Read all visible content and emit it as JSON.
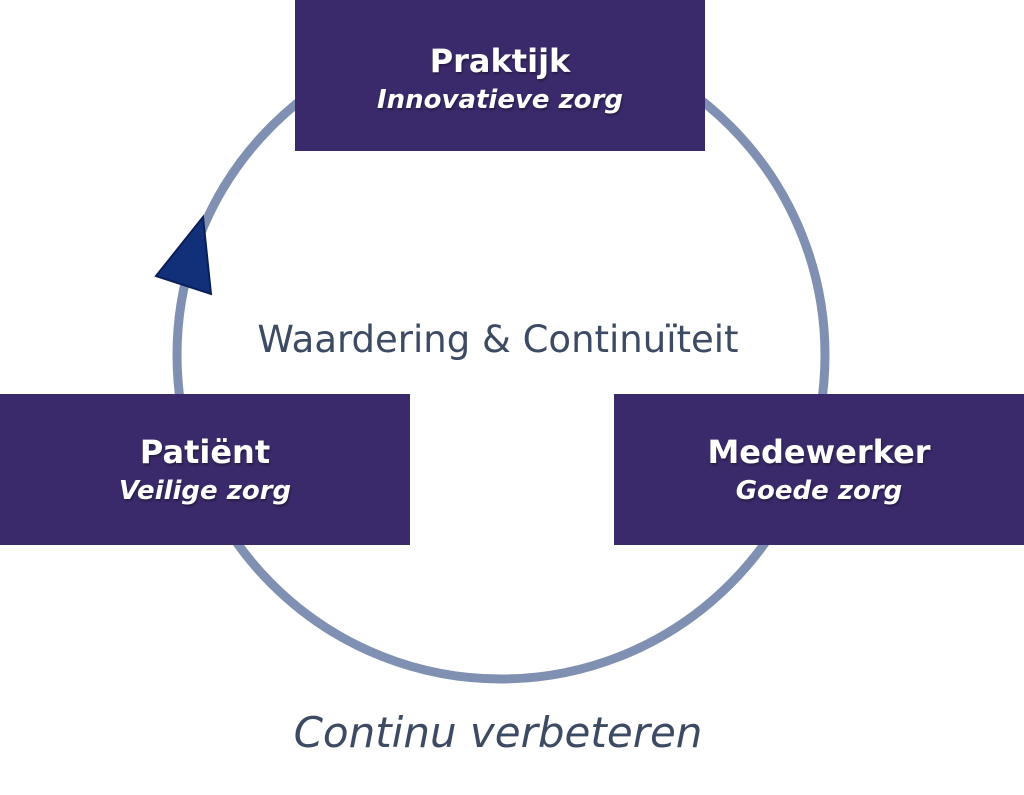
{
  "diagram": {
    "center_text": "Waardering & Continuïteit",
    "bottom_text": "Continu verbeteren",
    "nodes": [
      {
        "title": "Praktijk",
        "subtitle": "Innovatieve zorg"
      },
      {
        "title": "Patiënt",
        "subtitle": "Veilige zorg"
      },
      {
        "title": "Medewerker",
        "subtitle": "Goede zorg"
      }
    ],
    "colors": {
      "box": "#3b2a6b",
      "circle": "#8090b2",
      "arrow": "#12307a",
      "text": "#3d4a63"
    }
  }
}
